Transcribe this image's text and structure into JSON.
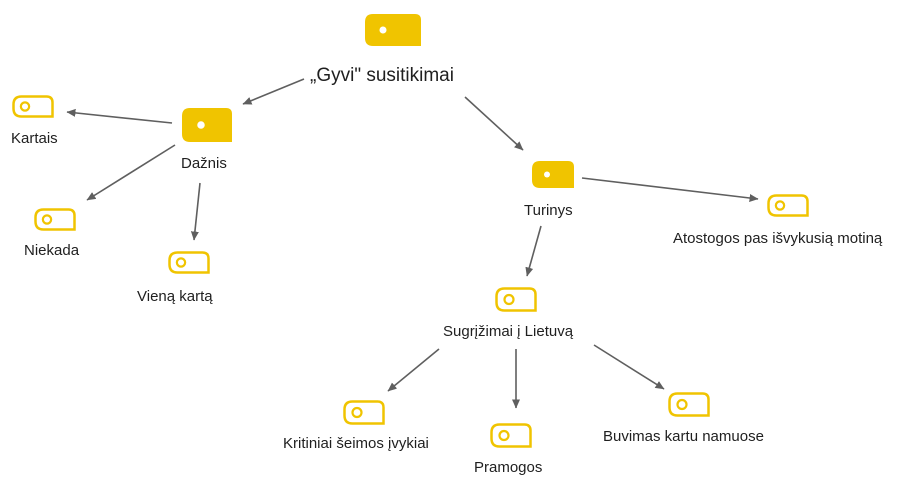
{
  "colors": {
    "accent": "#F0C400",
    "edge": "#5f5f5f",
    "text": "#1f1f1f",
    "background": "#ffffff"
  },
  "nodes": [
    {
      "id": "root",
      "label": "„Gyvi\" susitikimai",
      "icon": "filled-tag-icon",
      "children": [
        "daznis",
        "turinys"
      ]
    },
    {
      "id": "daznis",
      "label": "Dažnis",
      "icon": "filled-tag-icon",
      "children": [
        "kartais",
        "niekada",
        "viena-karta"
      ]
    },
    {
      "id": "kartais",
      "label": "Kartais",
      "icon": "outline-tag-icon",
      "children": []
    },
    {
      "id": "niekada",
      "label": "Niekada",
      "icon": "outline-tag-icon",
      "children": []
    },
    {
      "id": "viena-karta",
      "label": "Vieną kartą",
      "icon": "outline-tag-icon",
      "children": []
    },
    {
      "id": "turinys",
      "label": "Turinys",
      "icon": "filled-tag-icon",
      "children": [
        "atostogos",
        "sugrizimai"
      ]
    },
    {
      "id": "atostogos",
      "label": "Atostogos pas išvykusią motiną",
      "icon": "outline-tag-icon",
      "children": []
    },
    {
      "id": "sugrizimai",
      "label": "Sugrįžimai į Lietuvą",
      "icon": "outline-tag-icon",
      "children": [
        "kritiniai",
        "pramogos",
        "buvimas"
      ]
    },
    {
      "id": "kritiniai",
      "label": "Kritiniai šeimos įvykiai",
      "icon": "outline-tag-icon",
      "children": []
    },
    {
      "id": "pramogos",
      "label": "Pramogos",
      "icon": "outline-tag-icon",
      "children": []
    },
    {
      "id": "buvimas",
      "label": "Buvimas kartu namuose",
      "icon": "outline-tag-icon",
      "children": []
    }
  ]
}
